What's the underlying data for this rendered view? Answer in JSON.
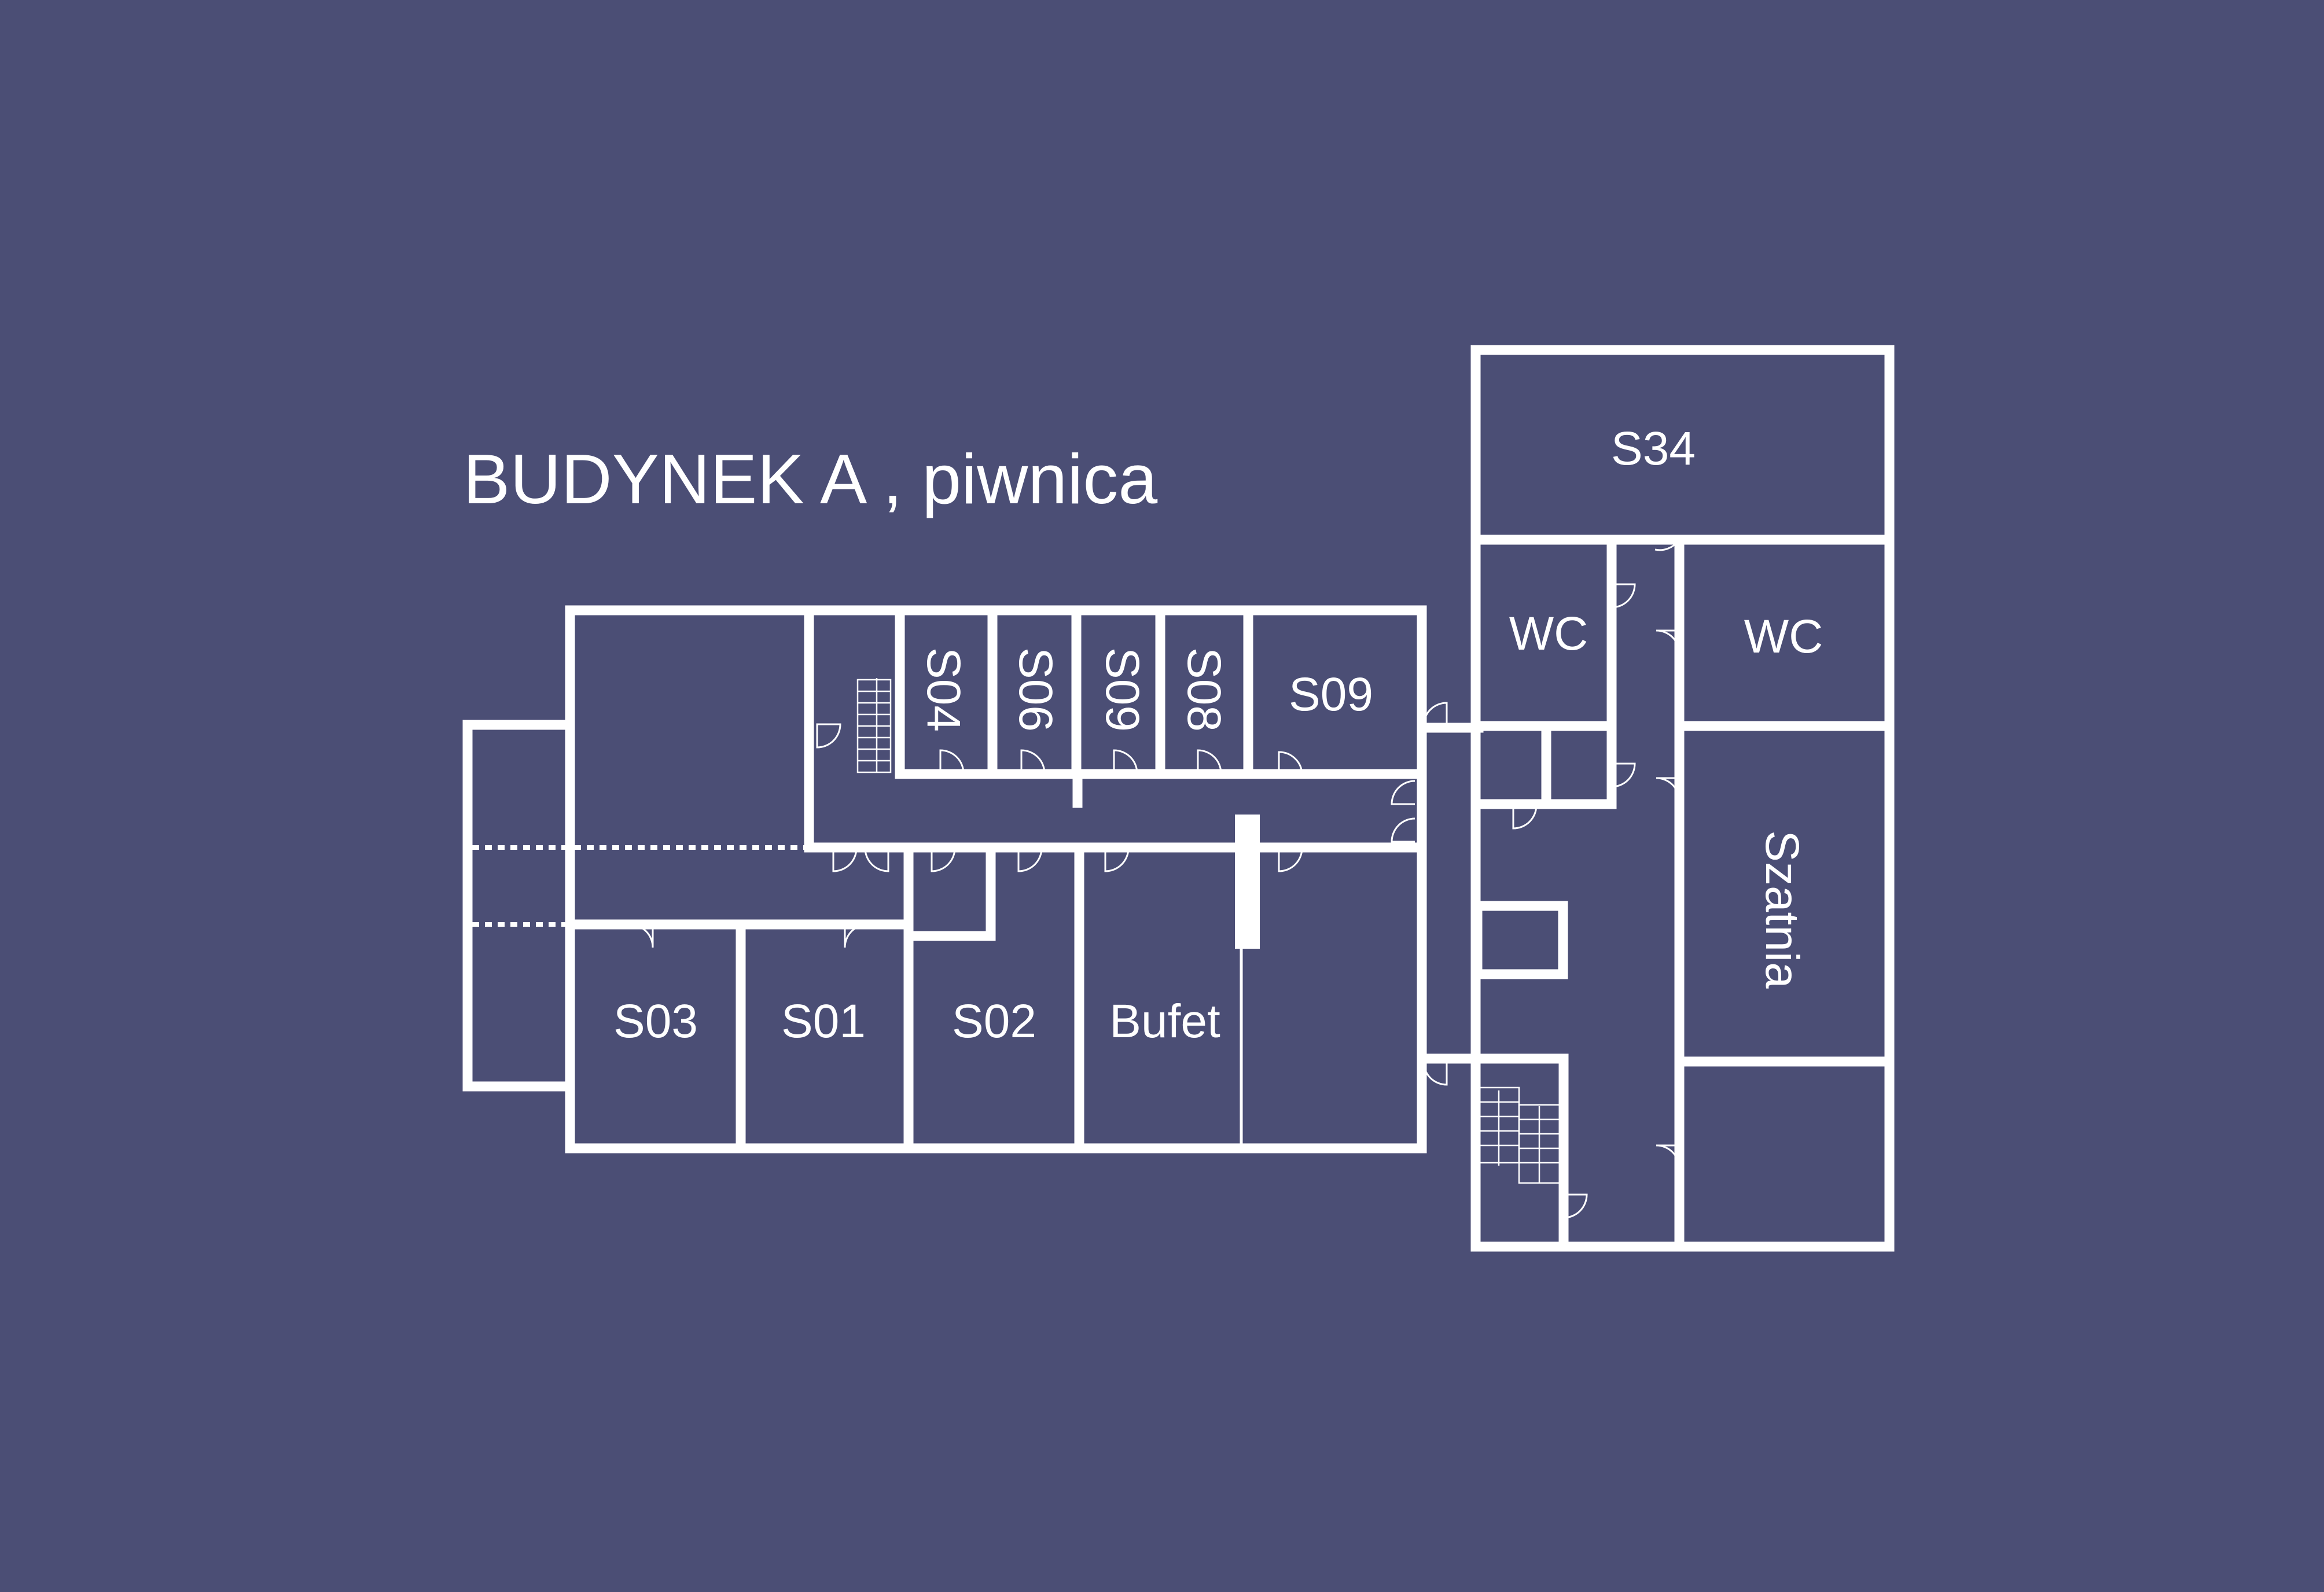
{
  "map": {
    "title": "BUDYNEK A , piwnica",
    "colors": {
      "background": "#4b4e75",
      "lines": "#ffffff",
      "labels": "#ffffff"
    },
    "rooms": {
      "s34": "S34",
      "wc_left": "WC",
      "wc_right": "WC",
      "szatnia": "Szatnia",
      "s04": "S04",
      "s06": "S06",
      "s09_rotated": "S09",
      "s08": "S08",
      "s09": "S09",
      "s03": "S03",
      "s01": "S01",
      "s02": "S02",
      "bufet": "Bufet"
    },
    "icons": [
      "door-swing-icon",
      "staircase-icon"
    ]
  }
}
